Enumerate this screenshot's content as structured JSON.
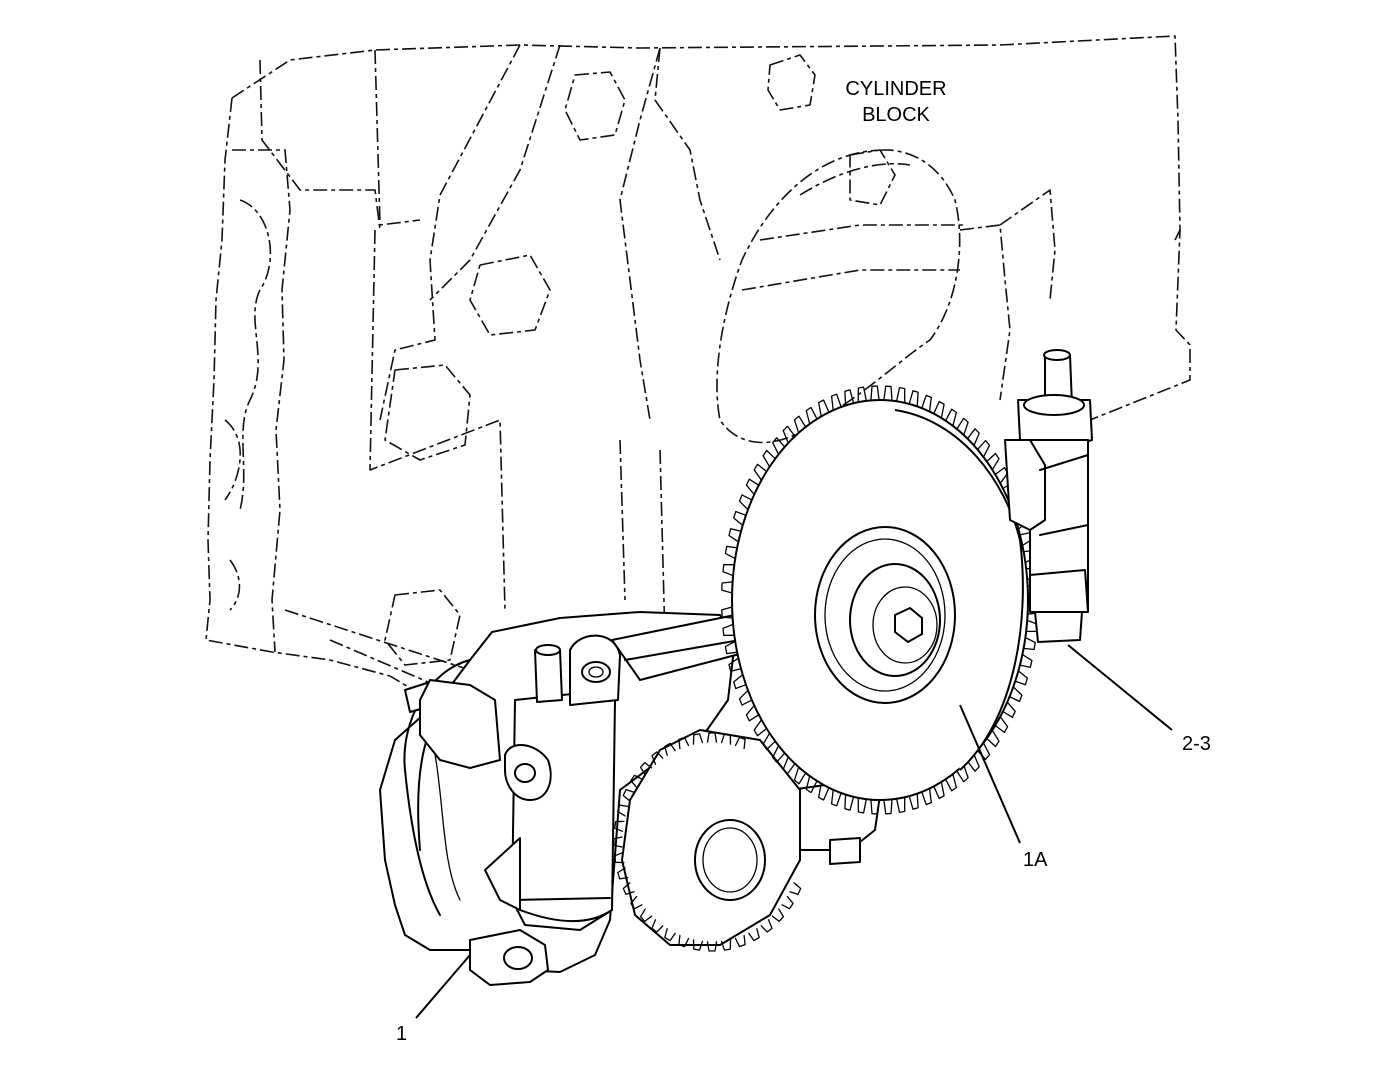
{
  "block_label": [
    "CYLINDER",
    "BLOCK"
  ],
  "callouts": {
    "pump": "1",
    "gear": "1A",
    "bolts": "2-3"
  }
}
